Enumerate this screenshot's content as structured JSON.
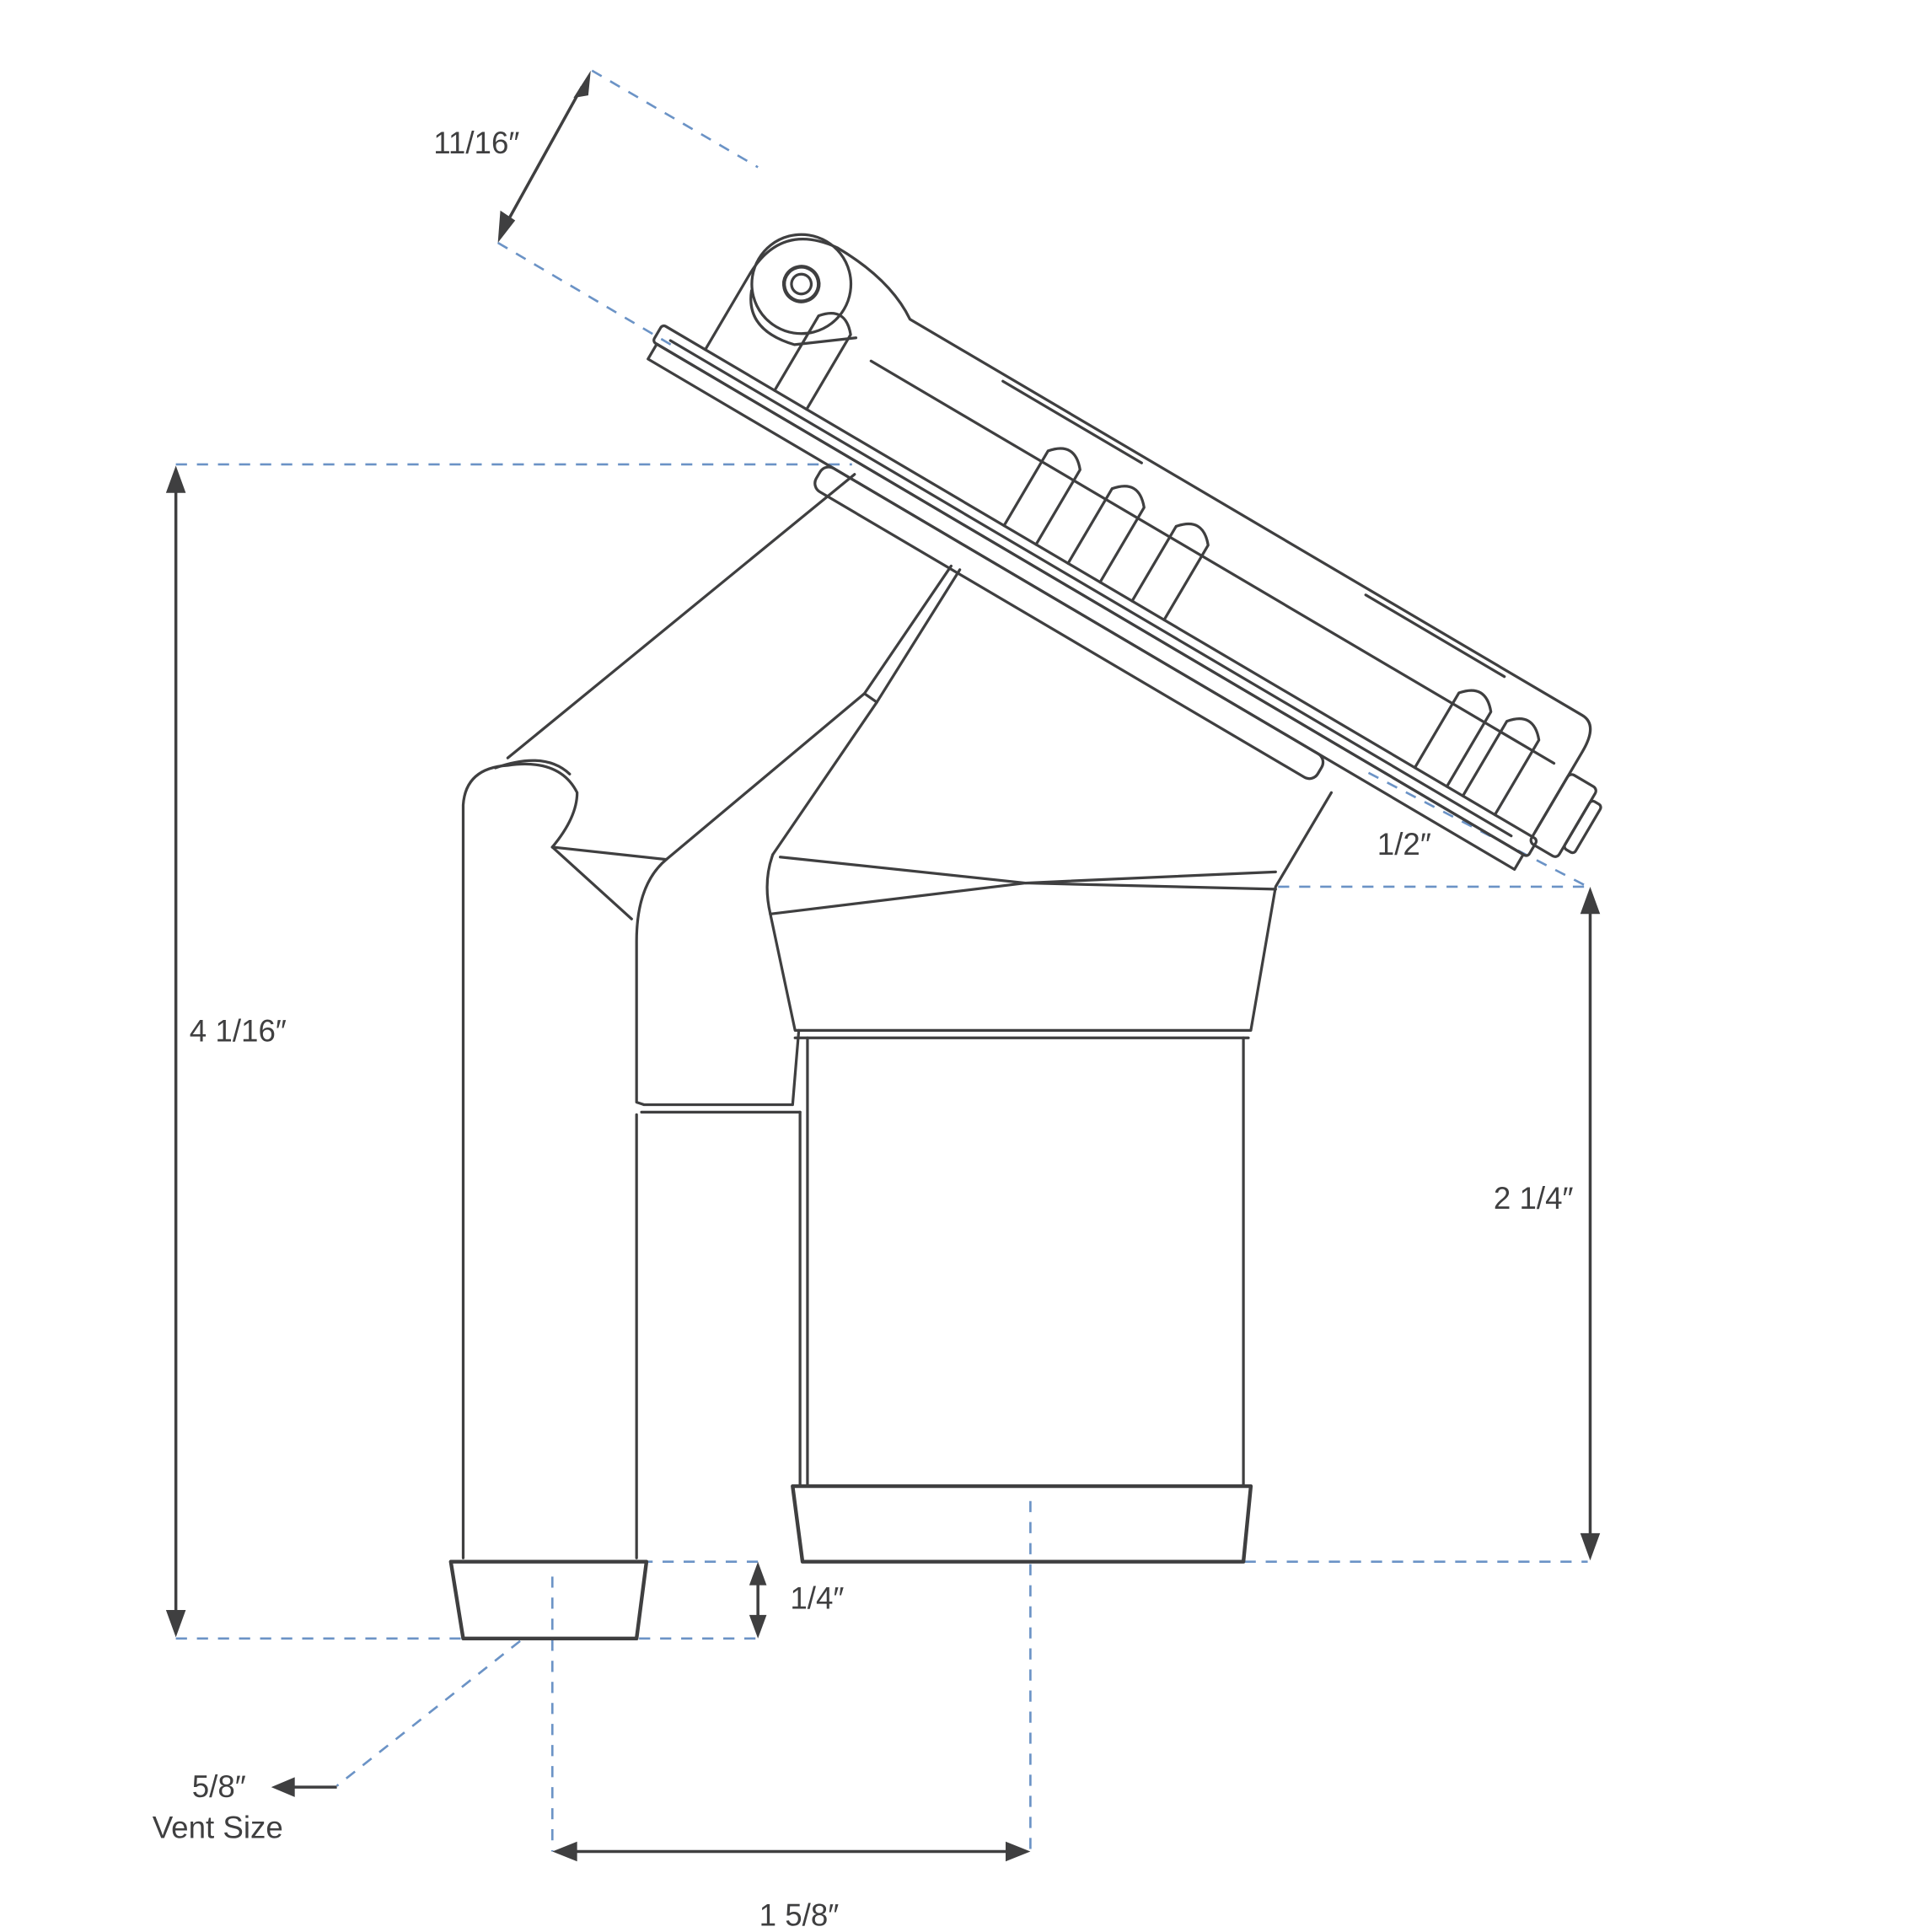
{
  "diagram": {
    "type": "technical dimension drawing",
    "subject": "angled vent mount with ratchet clamp",
    "colors": {
      "line": "#3f3f40",
      "guide": "#6b93c6",
      "background": "#ffffff"
    },
    "dimensions": {
      "clamp_height": "11/16″",
      "total_height": "4 1/16″",
      "clamp_offset": "1/2″",
      "body_height": "2 1/4″",
      "foot_height": "1/4″",
      "vent_size_value": "5/8″",
      "vent_size_label": "Vent Size",
      "leg_spacing": "1 5/8″"
    }
  }
}
